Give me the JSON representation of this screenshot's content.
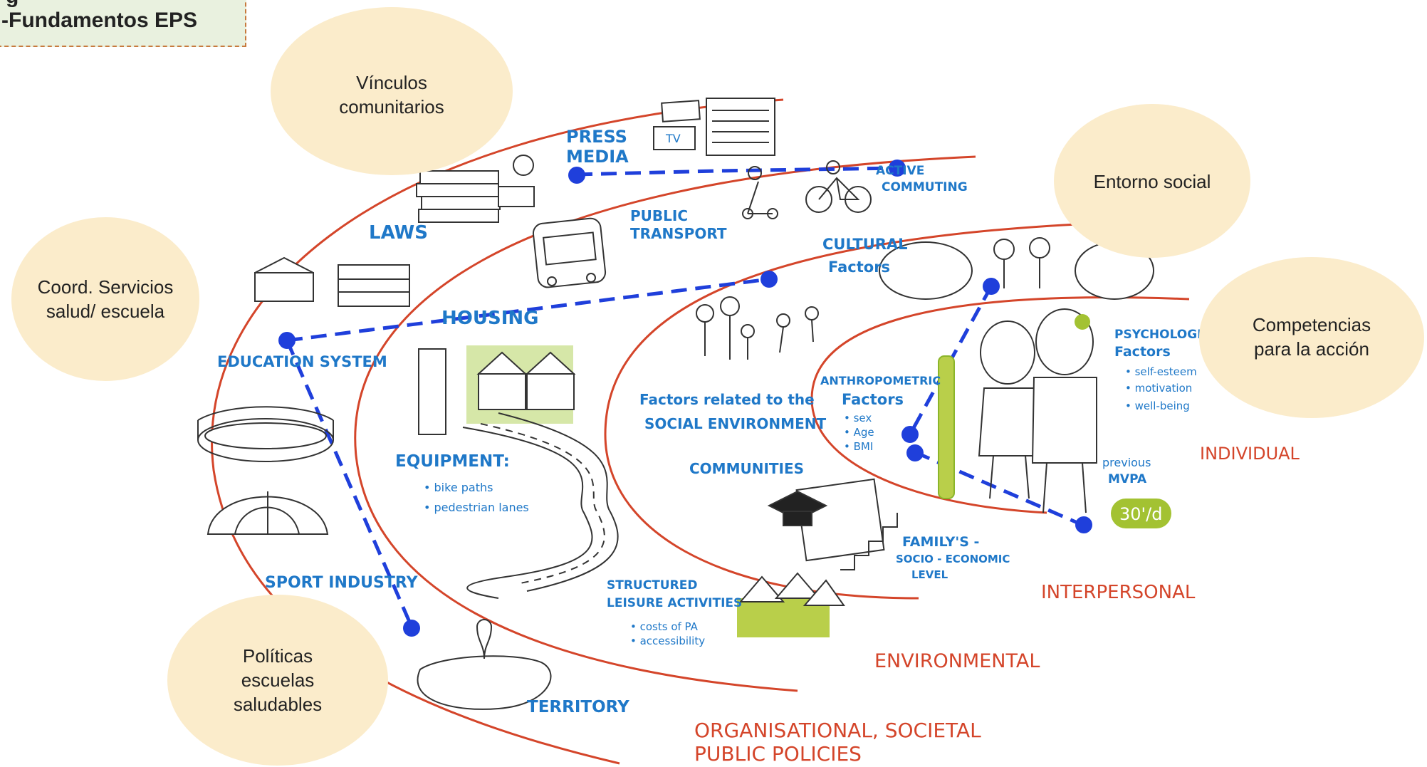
{
  "header": {
    "line1": "g",
    "line2": "-Fundamentos EPS"
  },
  "bubbles": {
    "vinculos": [
      "Vínculos",
      "comunitarios"
    ],
    "entorno": [
      "Entorno social"
    ],
    "coord": [
      "Coord. Servicios",
      "salud/ escuela"
    ],
    "competencias": [
      "Competencias",
      "para la acción"
    ],
    "politicas": [
      "Políticas",
      "escuelas",
      "saludables"
    ]
  },
  "labels": {
    "press": "PRESS",
    "media": "MEDIA",
    "tv": "TV",
    "active": "ACTIVE",
    "commuting": "COMMUTING",
    "laws": "LAWS",
    "public": "PUBLIC",
    "transport": "TRANSPORT",
    "housing": "HOUSING",
    "cultural": "CULTURAL",
    "factors": "Factors",
    "education": "EDUCATION SYSTEM",
    "psych": "PSYCHOLOGICAL",
    "psych2": "Factors",
    "self": "• self-esteem",
    "motivation": "• motivation",
    "wellbeing": "• well-being",
    "anthro": "ANTHROPOMETRIC",
    "anthro2": "Factors",
    "sex": "• sex",
    "age": "• Age",
    "bmi": "• BMI",
    "social1": "Factors related to the",
    "social2": "SOCIAL ENVIRONMENT",
    "equipment": "EQUIPMENT:",
    "bike": "• bike paths",
    "ped": "• pedestrian lanes",
    "communities": "COMMUNITIES",
    "previous": "previous",
    "mvpa": "MVPA",
    "thirty": "30'/d",
    "family1": "FAMILY'S -",
    "family2": "SOCIO - ECONOMIC",
    "family3": "LEVEL",
    "sport": "SPORT INDUSTRY",
    "structured1": "STRUCTURED",
    "structured2": "LEISURE ACTIVITIES",
    "costs": "• costs of PA",
    "access": "• accessibility",
    "territory": "TERRITORY",
    "individual": "INDIVIDUAL",
    "interpersonal": "INTERPERSONAL",
    "environmental": "ENVIRONMENTAL",
    "org1": "ORGANISATIONAL, SOCIETAL",
    "org2": "PUBLIC POLICIES"
  },
  "colors": {
    "arc": "#d4452a",
    "dashed": "#1f3fdb",
    "bubble": "#fbeccb",
    "ink": "#1f78c8"
  }
}
